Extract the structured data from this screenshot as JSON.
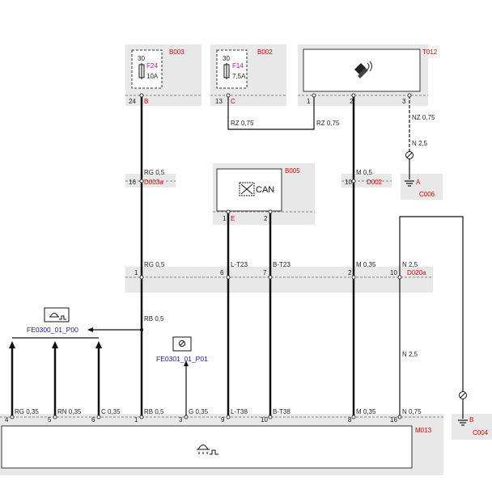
{
  "components": {
    "b003": {
      "id": "B003",
      "top": "30",
      "fuse": "F24",
      "rating": "10A",
      "pin": "24",
      "pin_letter": "B"
    },
    "b002": {
      "id": "B002",
      "top": "30",
      "fuse": "F14",
      "rating": "7,5A",
      "pin": "13",
      "pin_letter": "C"
    },
    "t012": {
      "id": "T012",
      "pins": [
        "1",
        "2",
        "3"
      ]
    },
    "b005": {
      "id": "B005",
      "label": "CAN",
      "pins": [
        "1",
        "2"
      ],
      "pin_letter": "E"
    },
    "m013": {
      "id": "M013"
    }
  },
  "connectors": {
    "d003a": {
      "id": "D003a",
      "pin": "16"
    },
    "d002": {
      "id": "D002",
      "pin": "10"
    },
    "d020a": {
      "id": "D020a",
      "pins": [
        "1",
        "6",
        "7",
        "2",
        "10"
      ]
    },
    "ground_c006": {
      "id": "C006",
      "letter": "A"
    },
    "ground_c004": {
      "id": "C004",
      "letter": "B"
    }
  },
  "wires": {
    "rz1": "RZ 0,75",
    "rz2": "RZ 0,75",
    "nz": "NZ 0,75",
    "n25a": "N 2,5",
    "rg_a": "RG 0,5",
    "m05": "M 0,5",
    "rg_b": "RG 0,5",
    "lt23": "L-T23",
    "bt23": "B-T23",
    "m035a": "M 0,35",
    "n25b": "N 2,5",
    "rb05": "RB 0,5",
    "n25c": "N 2,5",
    "rg035": "RG 0,35",
    "rn035": "RN 0,35",
    "c035": "C 0,35",
    "rb05b": "RB 0,5",
    "g035": "G 0,35",
    "lt38": "L-T38",
    "bt38": "B-T38",
    "m035b": "M 0,35",
    "n075": "N 0,75"
  },
  "references": {
    "fe0300": "FE0300_01_P00",
    "fe0301": "FE0301_01_P01"
  },
  "bottom_pins": [
    "4",
    "5",
    "6",
    "1",
    "3",
    "9",
    "10",
    "8",
    "16"
  ]
}
